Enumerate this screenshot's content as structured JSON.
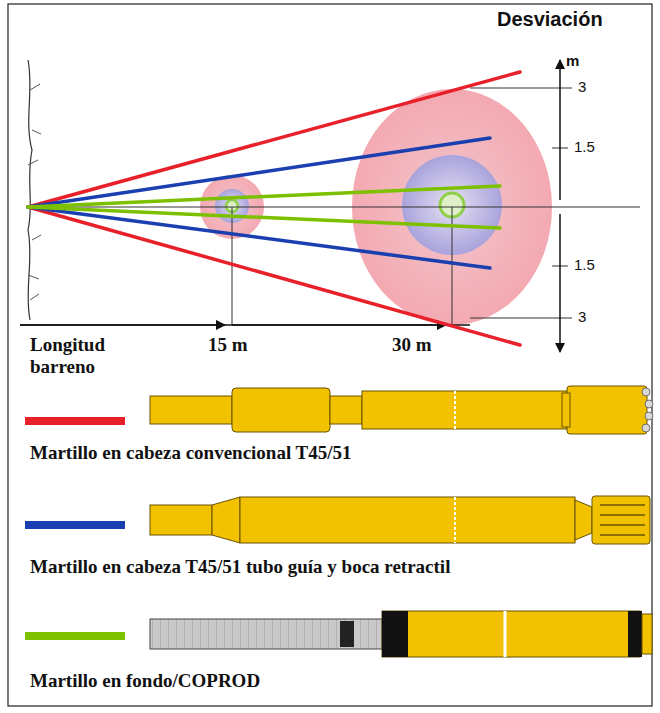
{
  "diagram": {
    "title": "Desviación",
    "labels": [
      "m",
      "3",
      "1.5",
      "1.5",
      "3",
      "Longitud barreno",
      "15 m",
      "30 m"
    ],
    "legend": [
      {
        "text": "Martillo en cabeza convencional T45/51",
        "color": "#e8202a"
      },
      {
        "text": "Martillo en cabeza T45/51 tubo guía y boca retractil",
        "color": "#1a3fb0"
      },
      {
        "text": "Martillo en fondo/COPROD",
        "color": "#7cc000"
      }
    ]
  }
}
